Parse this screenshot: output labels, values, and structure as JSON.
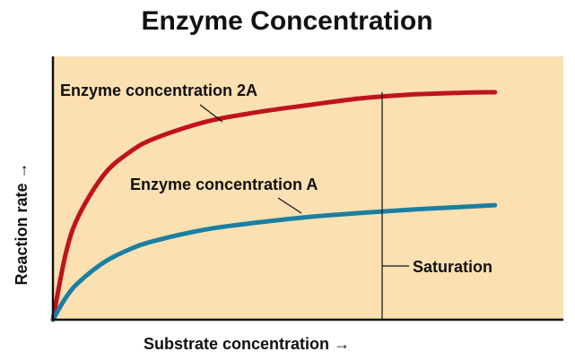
{
  "chart_data": {
    "type": "line",
    "title": "Enzyme Concentration",
    "xlabel": "Substrate concentration",
    "ylabel": "Reaction rate",
    "axis_arrow": "→",
    "xlim": [
      0,
      10
    ],
    "ylim": [
      0,
      10
    ],
    "grid": false,
    "background_color": "#FBE0B2",
    "series": [
      {
        "name": "Enzyme concentration 2A",
        "color": "#C0141C",
        "x": [
          0,
          0.25,
          0.5,
          1,
          1.5,
          2,
          3,
          4,
          5,
          6,
          7,
          8,
          8.66
        ],
        "y": [
          0,
          2.5,
          3.93,
          5.51,
          6.36,
          6.89,
          7.52,
          7.88,
          8.15,
          8.4,
          8.55,
          8.62,
          8.64
        ]
      },
      {
        "name": "Enzyme concentration A",
        "color": "#1A7FA2",
        "x": [
          0,
          0.25,
          0.5,
          1,
          1.5,
          2,
          3,
          4,
          5,
          6,
          7,
          8,
          8.66
        ],
        "y": [
          0,
          0.83,
          1.41,
          2.18,
          2.67,
          3.0,
          3.43,
          3.69,
          3.9,
          4.05,
          4.18,
          4.28,
          4.35
        ]
      }
    ],
    "annotations": [
      {
        "text": "Saturation",
        "x": 6.45
      }
    ]
  }
}
